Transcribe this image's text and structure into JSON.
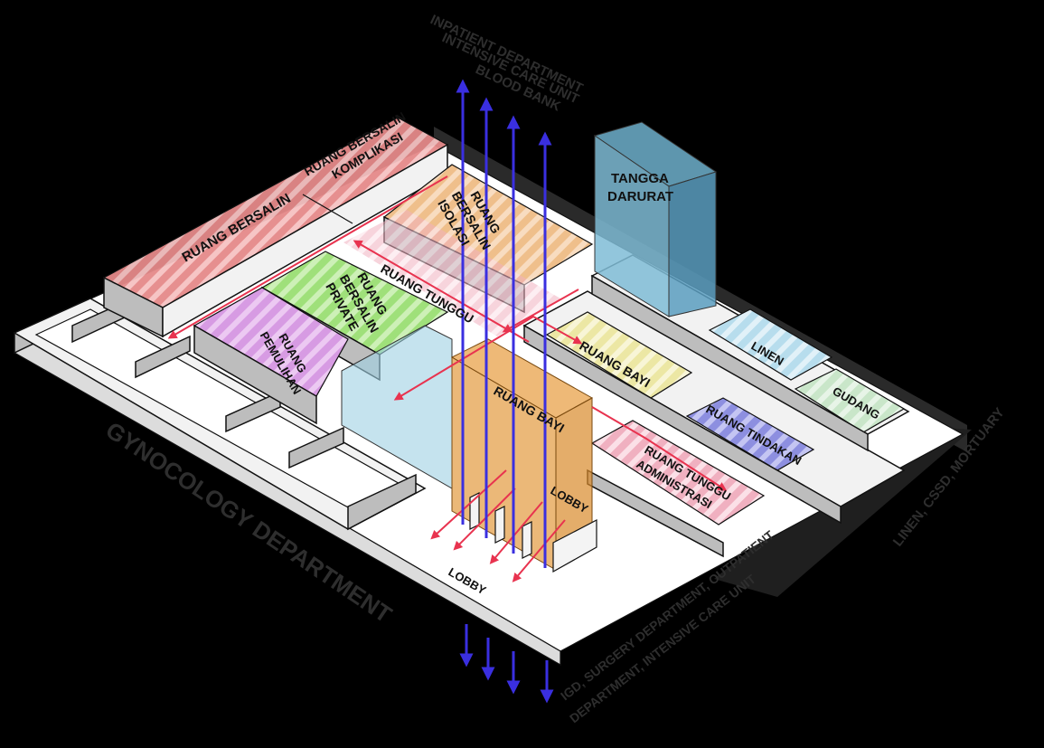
{
  "rooms": {
    "ruang_bersalin": "RUANG BERSALIN",
    "ruang_bersalin_komplikasi_1": "RUANG BERSALIN",
    "ruang_bersalin_komplikasi_2": "KOMPLIKASI",
    "ruang_bersalin_isolasi_1": "RUANG",
    "ruang_bersalin_isolasi_2": "BERSALIN",
    "ruang_bersalin_isolasi_3": "ISOLASI",
    "ruang_bersalin_private_1": "RUANG",
    "ruang_bersalin_private_2": "BERSALIN",
    "ruang_bersalin_private_3": "PRIVATE",
    "ruang_pemulihan_1": "RUANG",
    "ruang_pemulihan_2": "PEMULIHAN",
    "ruang_tunggu": "RUANG TUNGGU",
    "ruang_bayi_left": "RUANG BAYI",
    "ruang_bayi_right": "RUANG BAYI",
    "ruang_tindakan": "RUANG TINDAKAN",
    "ruang_tunggu_administrasi_1": "RUANG TUNGGU",
    "ruang_tunggu_administrasi_2": "ADMINISTRASI",
    "linen": "LINEN",
    "gudang": "GUDANG",
    "tangga_darurat_1": "TANGGA",
    "tangga_darurat_2": "DARURAT",
    "lobby_inner": "LOBBY",
    "lobby_outer": "LOBBY"
  },
  "external": {
    "top_1": "INPATIENT DEPARTMENT",
    "top_2": "INTENSIVE CARE UNIT",
    "top_3": "BLOOD BANK",
    "department": "GYNOCOLOGY DEPARTMENT",
    "right": "LINEN, CSSD, MORTUARY",
    "bottom_1": "IGD, SURGERY DEPARTMENT, OUTPATIENT",
    "bottom_2": "DEPARTMENT, INTENSIVE CARE UNIT"
  },
  "colors": {
    "background": "#000000",
    "floor": "#ffffff",
    "bersalin": "#e58a8a",
    "isolasi": "#f0c08a",
    "private": "#9fe07a",
    "pemulihan": "#d79be3",
    "bayi": "#f0ecb0",
    "tindakan": "#8d8fe0",
    "tunggu_admin": "#f3b6c4",
    "linen": "#bfe3f0",
    "gudang": "#cfe8cf",
    "tangga": "#7fb6cf",
    "bayi_core": "#e8a24a",
    "flow_blue": "#3a2fe0",
    "flow_red": "#e8334f"
  }
}
